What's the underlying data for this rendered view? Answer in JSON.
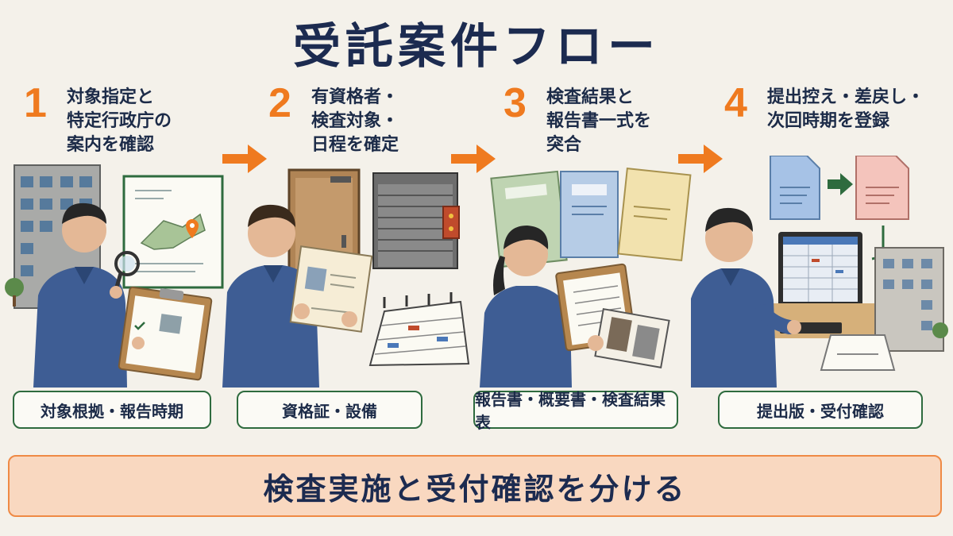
{
  "title": "受託案件フロー",
  "steps": [
    {
      "num": "1",
      "lines": [
        "対象指定と",
        "特定行政庁の",
        "案内を確認"
      ],
      "label": "対象根拠・報告時期"
    },
    {
      "num": "2",
      "lines": [
        "有資格者・",
        "検査対象・",
        "日程を確定"
      ],
      "label": "資格証・設備"
    },
    {
      "num": "3",
      "lines": [
        "検査結果と",
        "報告書一式を",
        "突合"
      ],
      "label": "報告書・概要書・検査結果表"
    },
    {
      "num": "4",
      "lines": [
        "提出控え・差戻し・",
        "次回時期を登録"
      ],
      "label": "提出版・受付確認"
    }
  ],
  "banner": "検査実施と受付確認を分ける",
  "colors": {
    "accent": "#ef7a1f",
    "navy": "#1c2b50",
    "green": "#2e6b3e",
    "banner_bg": "#f9d8c0"
  }
}
